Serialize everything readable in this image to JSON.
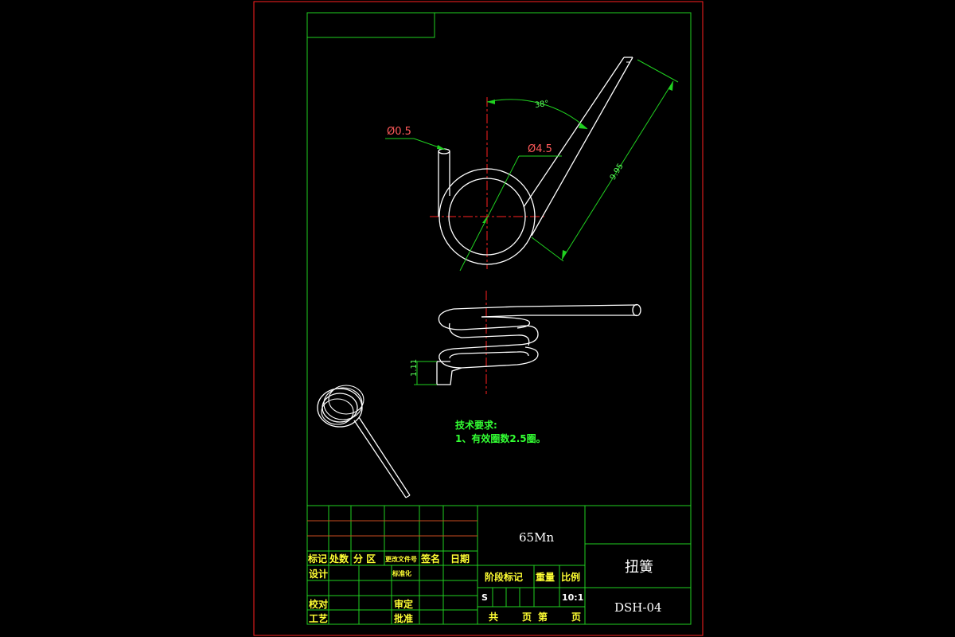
{
  "dimensions": {
    "wire_diameter": "Ø0.5",
    "coil_diameter": "Ø4.5",
    "angle": "38°",
    "arm_length": "9.95",
    "leg_height": "1.11"
  },
  "tech_requirements": {
    "heading": "技术要求:",
    "item1": "1、有效圈数2.5圈。"
  },
  "title_block": {
    "material": "65Mn",
    "part_name": "扭簧",
    "drawing_no": "DSH-04",
    "scale": "10:1",
    "stage_mark": "S",
    "headers": {
      "mark": "标记",
      "count": "处数",
      "zone": "分 区",
      "change_doc": "更改文件号",
      "signature": "签名",
      "date": "日期"
    },
    "rows": {
      "design": "设计",
      "standardize": "标准化",
      "check": "校对",
      "review": "审定",
      "process": "工艺",
      "approve": "批准"
    },
    "stage_label": "阶段标记",
    "weight_label": "重量",
    "scale_label": "比例",
    "total": "共",
    "page": "页",
    "sheet": "第",
    "page2": "页"
  },
  "colors": {
    "frame_red": "#ff2020",
    "frame_green": "#20d020",
    "part_white": "#ffffff",
    "dim_red": "#ff5a5a",
    "title_yellow": "#ffff33"
  }
}
